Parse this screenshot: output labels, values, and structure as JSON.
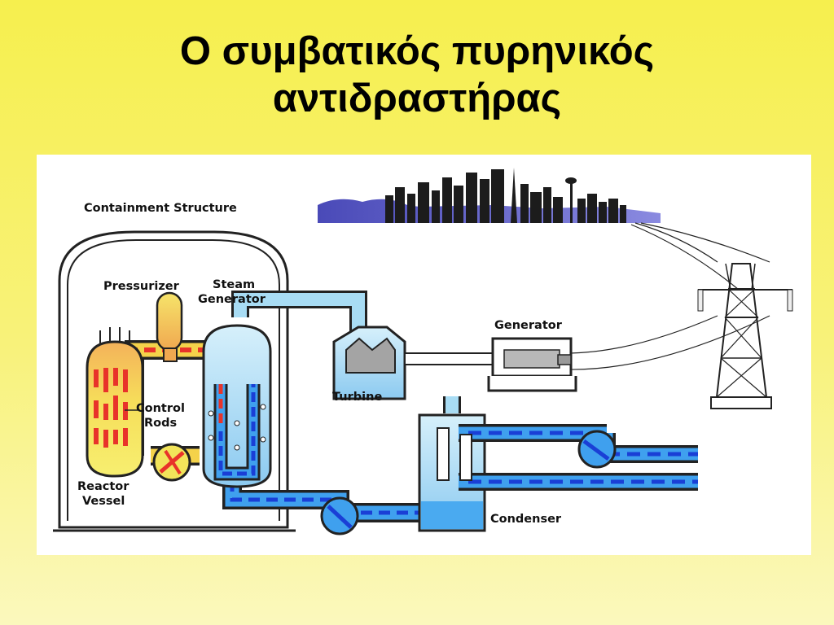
{
  "slide": {
    "title_line1": "Ο συμβατικός πυρηνικός",
    "title_line2": "αντιδραστήρας"
  },
  "diagram": {
    "labels": {
      "containment": "Containment Structure",
      "pressurizer": "Pressurizer",
      "steam_generator_1": "Steam",
      "steam_generator_2": "Generator",
      "control_rods_1": "Control",
      "control_rods_2": "Rods",
      "reactor_vessel_1": "Reactor",
      "reactor_vessel_2": "Vessel",
      "turbine": "Turbine",
      "generator": "Generator",
      "condenser": "Condenser"
    },
    "colors": {
      "hot_loop": "#e8332a",
      "hot_loop_fill": "#f4d24a",
      "cold_loop": "#1a3fd6",
      "cold_pipe": "#3fa0ee",
      "steam": "#a8dcf4",
      "reactor": "#f2e45a",
      "outline": "#222222"
    }
  }
}
